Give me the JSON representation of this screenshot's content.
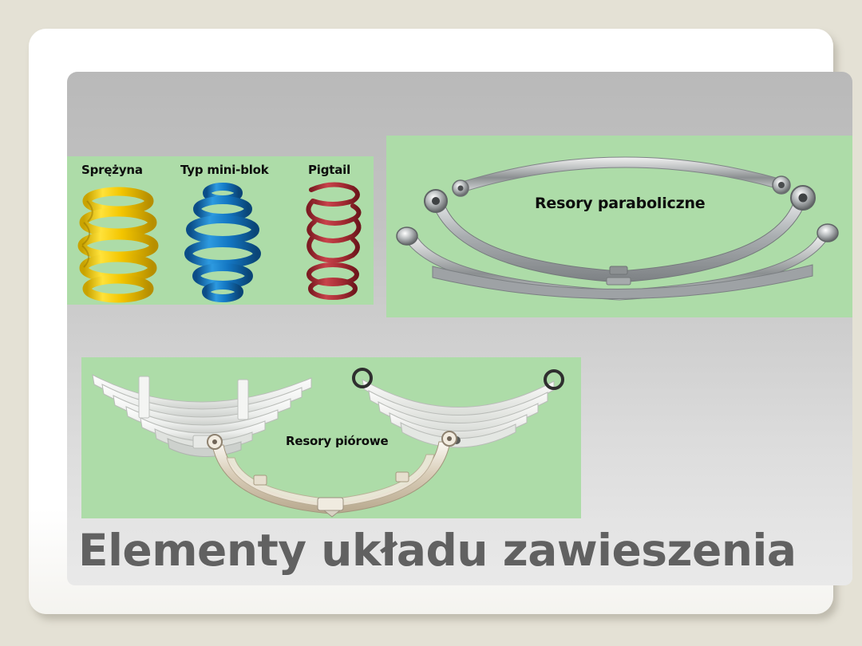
{
  "slide": {
    "title": "Elementy układu zawieszenia",
    "background_color": "#e4e1d5",
    "card_color": "#ffffff",
    "panel_gradient_top": "#b9b9b9",
    "panel_gradient_bottom": "#e9e9e9",
    "green_panel_color": "#addca8",
    "title_color": "#616161"
  },
  "panels": {
    "coil_springs": {
      "name": "coil-springs-panel",
      "captions": [
        {
          "label": "Sprężyna",
          "color": "#f5d000"
        },
        {
          "label": "Typ mini-blok",
          "color": "#1878c8"
        },
        {
          "label": "Pigtail",
          "color": "#a82832"
        }
      ]
    },
    "parabolic": {
      "name": "parabolic-leaf-springs-panel",
      "label": "Resory paraboliczne"
    },
    "leaf": {
      "name": "leaf-springs-panel",
      "label": "Resory piórowe"
    }
  }
}
